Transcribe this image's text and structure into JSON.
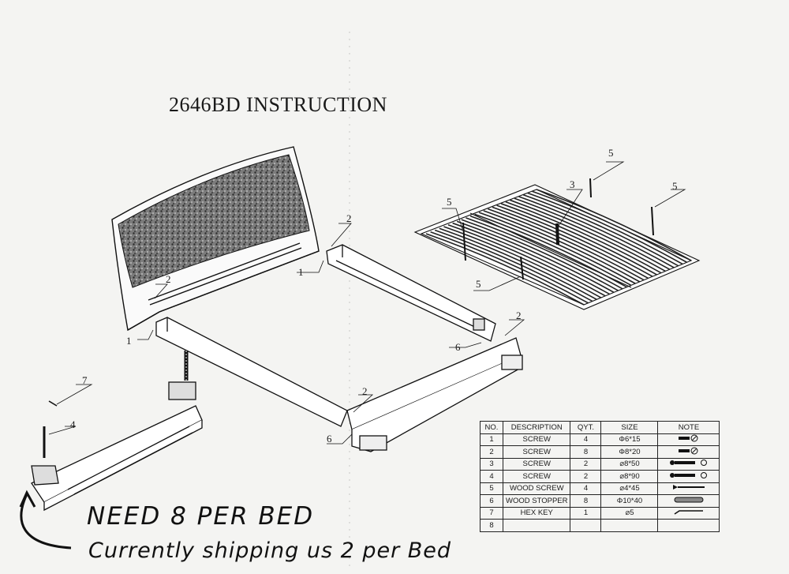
{
  "title": "2646BD INSTRUCTION",
  "callouts": {
    "c1a": "1",
    "c1b": "1",
    "c2a": "2",
    "c2b": "2",
    "c2c": "2",
    "c2d": "2",
    "c3": "3",
    "c4": "4",
    "c5a": "5",
    "c5b": "5",
    "c5c": "5",
    "c5d": "5",
    "c6a": "6",
    "c6b": "6",
    "c7": "7"
  },
  "table": {
    "headers": [
      "NO.",
      "DESCRIPTION",
      "QYT.",
      "SIZE",
      "NOTE"
    ],
    "rows": [
      {
        "no": "1",
        "desc": "SCREW",
        "qty": "4",
        "size": "Φ6*15",
        "note": "screw-icon"
      },
      {
        "no": "2",
        "desc": "SCREW",
        "qty": "8",
        "size": "Φ8*20",
        "note": "screw-icon"
      },
      {
        "no": "3",
        "desc": "SCREW",
        "qty": "2",
        "size": "⌀8*50",
        "note": "bolt-washer-icon"
      },
      {
        "no": "4",
        "desc": "SCREW",
        "qty": "2",
        "size": "⌀8*90",
        "note": "bolt-washer-icon"
      },
      {
        "no": "5",
        "desc": "WOOD SCREW",
        "qty": "4",
        "size": "⌀4*45",
        "note": "wood-screw-icon"
      },
      {
        "no": "6",
        "desc": "WOOD STOPPER",
        "qty": "8",
        "size": "Φ10*40",
        "note": "dowel-icon"
      },
      {
        "no": "7",
        "desc": "HEX KEY",
        "qty": "1",
        "size": "⌀5",
        "note": "hex-key-icon"
      },
      {
        "no": "8",
        "desc": "",
        "qty": "",
        "size": "",
        "note": ""
      }
    ]
  },
  "handwriting": {
    "line1": "NEED 8 PER BED",
    "line2": "Currently shipping us 2 per Bed"
  }
}
